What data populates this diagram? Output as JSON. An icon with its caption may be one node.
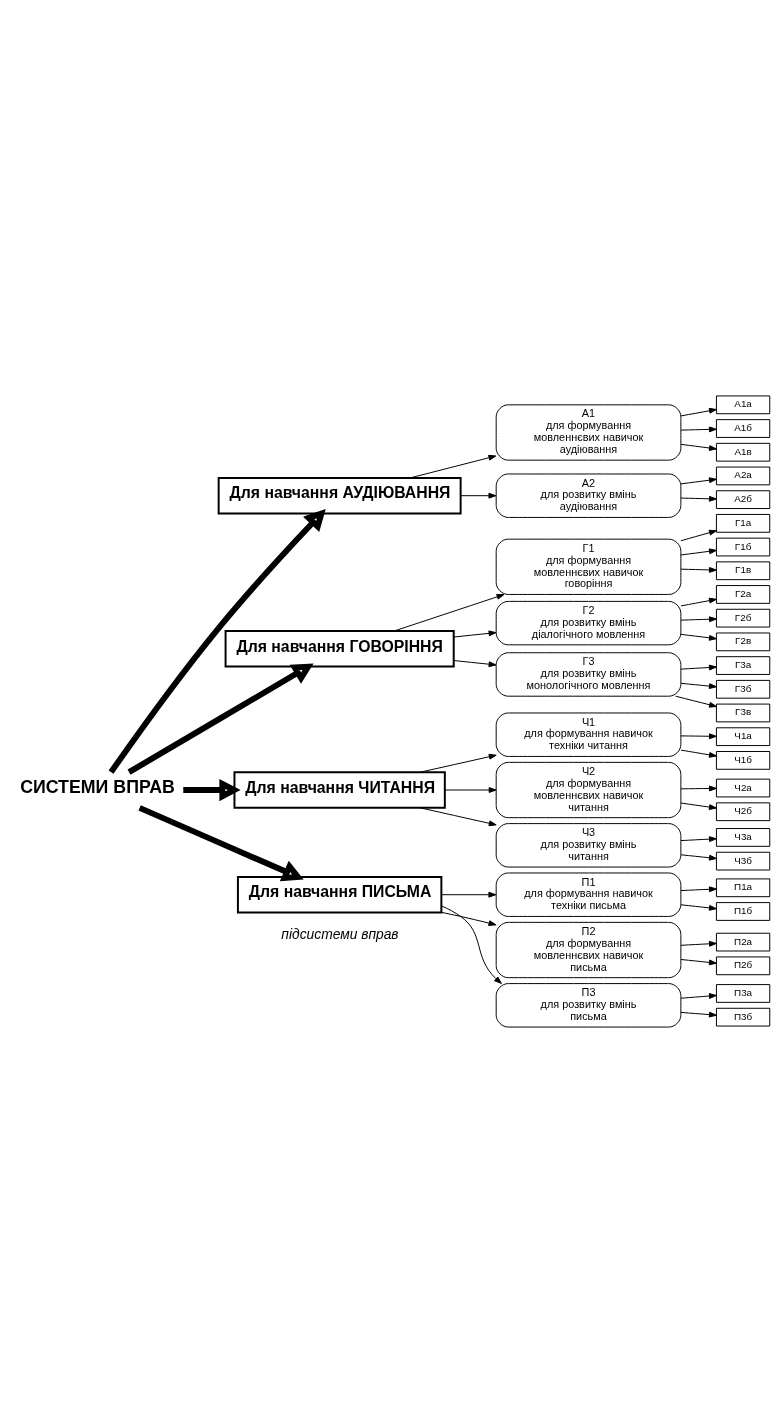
{
  "diagram": {
    "nodes": [
      {
        "text": [
          "СИСТЕМИ ВПРАВ"
        ]
      },
      {
        "text": [
          "Для навчання АУДІЮВАННЯ"
        ]
      },
      {
        "text": [
          "Для навчання ГОВОРІННЯ"
        ]
      },
      {
        "text": [
          "Для навчання ЧИТАННЯ"
        ]
      },
      {
        "text": [
          "Для навчання ПИСЬМА"
        ]
      },
      {
        "text": [
          "А1",
          "для формування мовленнєвих навичок аудіювання"
        ]
      },
      {
        "text": [
          "А2",
          "для розвитку вмінь аудіювання"
        ]
      },
      {
        "text": [
          "Г1",
          "для формування мовленнєвих навичок говоріння"
        ]
      },
      {
        "text": [
          "Г2",
          "для розвитку вмінь діалогічного мовлення"
        ]
      },
      {
        "text": [
          "Г3",
          "для розвитку вмінь монологічного мовлення"
        ]
      },
      {
        "text": [
          "Ч1",
          "для формування навичок техніки читання"
        ]
      },
      {
        "text": [
          "Ч2",
          "для формування мовленнєвих навичок читання"
        ]
      },
      {
        "text": [
          "Ч3",
          "для розвитку вмінь читання"
        ]
      },
      {
        "text": [
          "П1",
          "для формування навичок техніки письма"
        ]
      },
      {
        "text": [
          "П2",
          "для формування мовленнєвих навичок письма"
        ]
      },
      {
        "text": [
          "П3",
          "для розвитку вмінь письма"
        ]
      },
      {
        "text": [
          "А1а"
        ]
      },
      {
        "text": [
          "А1б"
        ]
      },
      {
        "text": [
          "А1в"
        ]
      },
      {
        "text": [
          "А2а"
        ]
      },
      {
        "text": [
          "А2б"
        ]
      },
      {
        "text": [
          "Г1а"
        ]
      },
      {
        "text": [
          "Г1б"
        ]
      },
      {
        "text": [
          "Г1в"
        ]
      },
      {
        "text": [
          "Г2а"
        ]
      },
      {
        "text": [
          "Г2б"
        ]
      },
      {
        "text": [
          "Г2в"
        ]
      },
      {
        "text": [
          "Г3а"
        ]
      },
      {
        "text": [
          "Г3б"
        ]
      },
      {
        "text": [
          "Г3в"
        ]
      },
      {
        "text": [
          "Ч1а"
        ]
      },
      {
        "text": [
          "Ч1б"
        ]
      },
      {
        "text": [
          "Ч2а"
        ]
      },
      {
        "text": [
          "Ч2б"
        ]
      },
      {
        "text": [
          "Ч3а"
        ]
      },
      {
        "text": [
          "Ч3б"
        ]
      },
      {
        "text": [
          "П1а"
        ]
      },
      {
        "text": [
          "П1б"
        ]
      },
      {
        "text": [
          "П2а"
        ]
      },
      {
        "text": [
          "П2б"
        ]
      },
      {
        "text": [
          "П3а"
        ]
      },
      {
        "text": [
          "П3б"
        ]
      }
    ],
    "edges": [
      {
        "from": 0,
        "to": 1,
        "arrow": "to",
        "style": "thick"
      },
      {
        "from": 0,
        "to": 2,
        "arrow": "to",
        "style": "thick"
      },
      {
        "from": 0,
        "to": 3,
        "arrow": "to",
        "style": "thick"
      },
      {
        "from": 0,
        "to": 4,
        "arrow": "to",
        "style": "thick"
      },
      {
        "from": 1,
        "to": 5,
        "arrow": "to"
      },
      {
        "from": 1,
        "to": 6,
        "arrow": "to"
      },
      {
        "from": 2,
        "to": 7,
        "arrow": "to"
      },
      {
        "from": 2,
        "to": 8,
        "arrow": "to"
      },
      {
        "from": 2,
        "to": 9,
        "arrow": "to"
      },
      {
        "from": 3,
        "to": 10,
        "arrow": "to"
      },
      {
        "from": 3,
        "to": 11,
        "arrow": "to"
      },
      {
        "from": 3,
        "to": 12,
        "arrow": "to"
      },
      {
        "from": 4,
        "to": 13,
        "arrow": "to"
      },
      {
        "from": 4,
        "to": 14,
        "arrow": "to"
      },
      {
        "from": 4,
        "to": 15,
        "arrow": "to"
      },
      {
        "from": 5,
        "to": 16,
        "arrow": "to"
      },
      {
        "from": 5,
        "to": 17,
        "arrow": "to"
      },
      {
        "from": 5,
        "to": 18,
        "arrow": "to"
      },
      {
        "from": 6,
        "to": 19,
        "arrow": "to"
      },
      {
        "from": 6,
        "to": 20,
        "arrow": "to"
      },
      {
        "from": 7,
        "to": 21,
        "arrow": "to"
      },
      {
        "from": 7,
        "to": 22,
        "arrow": "to"
      },
      {
        "from": 7,
        "to": 23,
        "arrow": "to"
      },
      {
        "from": 8,
        "to": 24,
        "arrow": "to"
      },
      {
        "from": 8,
        "to": 25,
        "arrow": "to"
      },
      {
        "from": 8,
        "to": 26,
        "arrow": "to"
      },
      {
        "from": 9,
        "to": 27,
        "arrow": "to"
      },
      {
        "from": 9,
        "to": 28,
        "arrow": "to"
      },
      {
        "from": 9,
        "to": 29,
        "arrow": "to"
      },
      {
        "from": 10,
        "to": 30,
        "arrow": "to"
      },
      {
        "from": 10,
        "to": 31,
        "arrow": "to"
      },
      {
        "from": 11,
        "to": 32,
        "arrow": "to"
      },
      {
        "from": 11,
        "to": 33,
        "arrow": "to"
      },
      {
        "from": 12,
        "to": 34,
        "arrow": "to"
      },
      {
        "from": 12,
        "to": 35,
        "arrow": "to"
      },
      {
        "from": 13,
        "to": 36,
        "arrow": "to"
      },
      {
        "from": 13,
        "to": 37,
        "arrow": "to"
      },
      {
        "from": 14,
        "to": 38,
        "arrow": "to"
      },
      {
        "from": 14,
        "to": 39,
        "arrow": "to"
      },
      {
        "from": 15,
        "to": 40,
        "arrow": "to"
      },
      {
        "from": 15,
        "to": 41,
        "arrow": "to"
      }
    ],
    "labels": [
      "підсистеми вправ"
    ]
  }
}
